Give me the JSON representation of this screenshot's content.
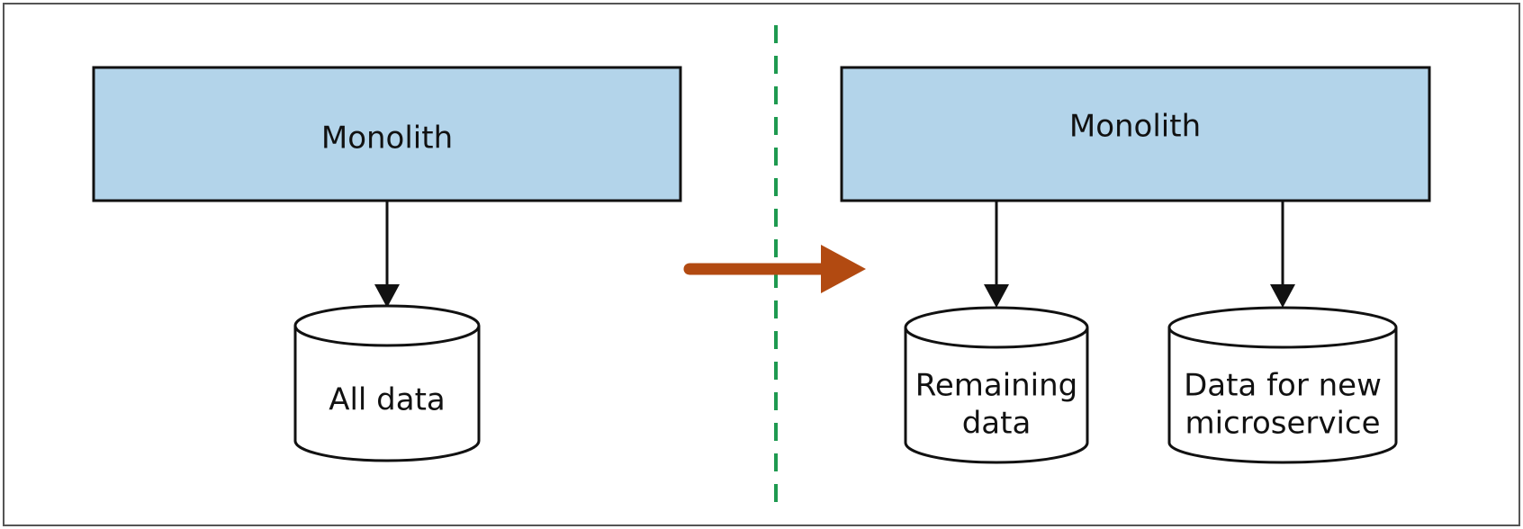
{
  "before": {
    "monolith_label": "Monolith",
    "database_label": "All data"
  },
  "after": {
    "monolith_label": "Monolith",
    "remaining_db": {
      "line1": "Remaining",
      "line2": "data"
    },
    "new_db": {
      "line1": "Data for new",
      "line2": "microservice"
    }
  },
  "colors": {
    "monolith_fill": "#b3d4ea",
    "stroke": "#111111",
    "transition_arrow": "#b24a11",
    "divider": "#1e9a50"
  }
}
